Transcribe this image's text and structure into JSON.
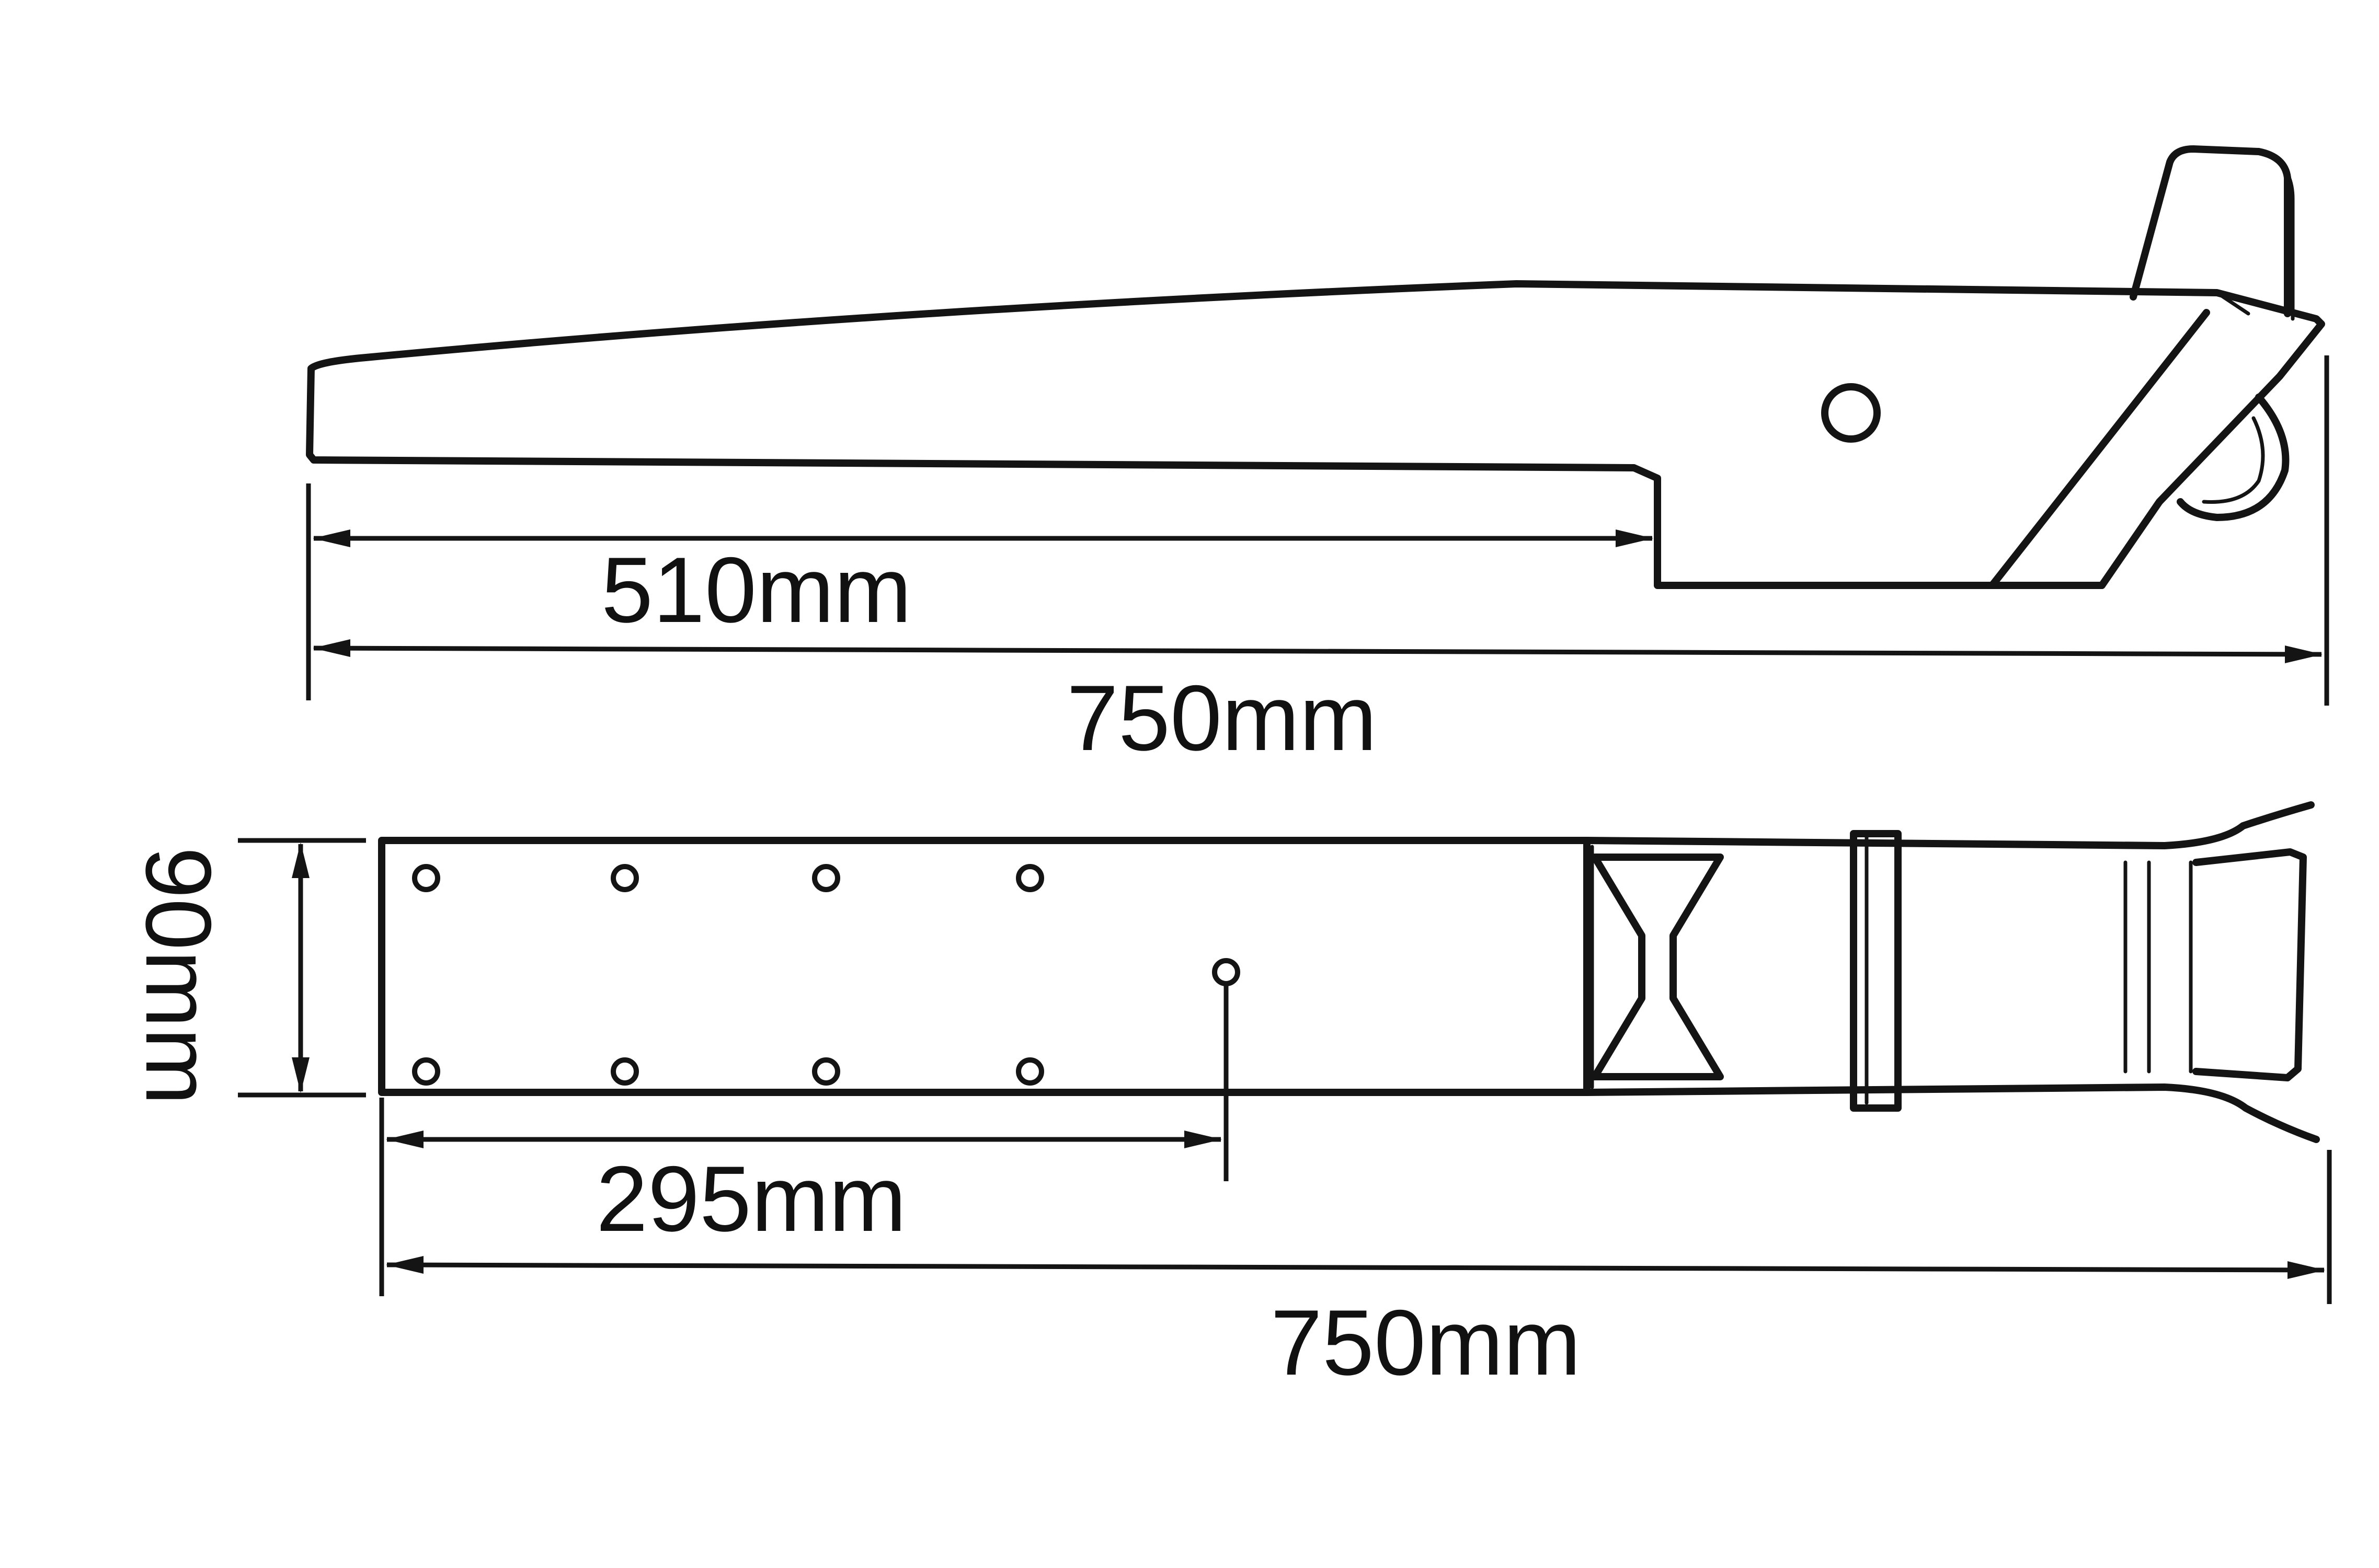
{
  "side_view": {
    "dim_short": "510mm",
    "dim_overall": "750mm"
  },
  "top_view": {
    "dim_width": "90mm",
    "dim_hole_spacing": "295mm",
    "dim_overall": "750mm"
  },
  "colors": {
    "line": "#141414",
    "background": "#ffffff"
  }
}
